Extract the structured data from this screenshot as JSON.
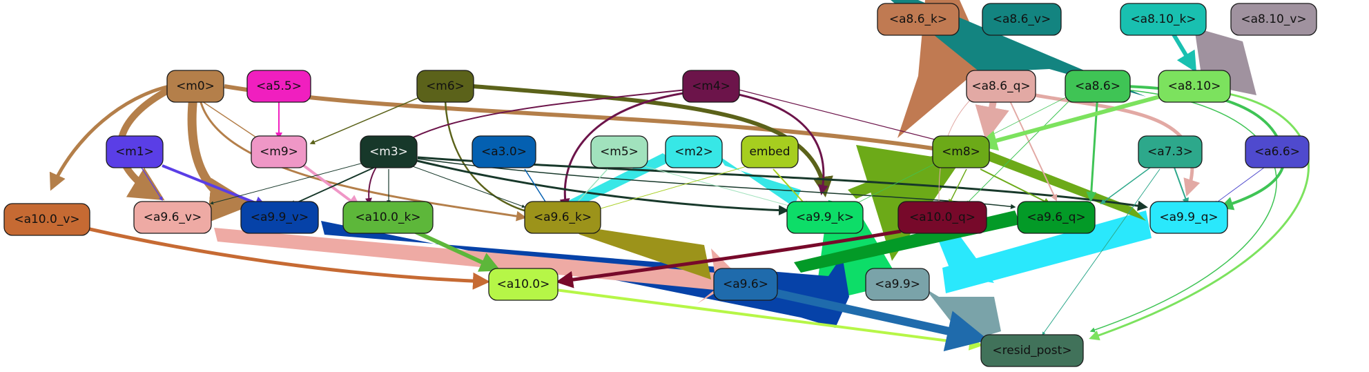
{
  "nodes": [
    {
      "id": "a8_k",
      "label": "<a8.6_k>",
      "color": "#c07a52",
      "text": "#111111"
    },
    {
      "id": "a8_6v",
      "label": "<a8.6_v>",
      "color": "#138480",
      "text": "#111111"
    },
    {
      "id": "a8_10k",
      "label": "<a8.10_k>",
      "color": "#19c0b0",
      "text": "#111111"
    },
    {
      "id": "a8_10v",
      "label": "<a8.10_v>",
      "color": "#a0929f",
      "text": "#111111"
    },
    {
      "id": "m0",
      "label": "<m0>",
      "color": "#b47f4a",
      "text": "#111111"
    },
    {
      "id": "a5_5",
      "label": "<a5.5>",
      "color": "#f01fbf",
      "text": "#111111"
    },
    {
      "id": "m6",
      "label": "<m6>",
      "color": "#5b621a",
      "text": "#111111"
    },
    {
      "id": "m4",
      "label": "<m4>",
      "color": "#6c144a",
      "text": "#111111"
    },
    {
      "id": "a8_6q",
      "label": "<a8.6_q>",
      "color": "#e2a9a4",
      "text": "#111111"
    },
    {
      "id": "a8_6",
      "label": "<a8.6>",
      "color": "#3fc455",
      "text": "#111111"
    },
    {
      "id": "a8_10",
      "label": "<a8.10>",
      "color": "#7ce25e",
      "text": "#111111"
    },
    {
      "id": "m1",
      "label": "<m1>",
      "color": "#5a3ee6",
      "text": "#111111"
    },
    {
      "id": "m9",
      "label": "<m9>",
      "color": "#ef97c6",
      "text": "#111111"
    },
    {
      "id": "m3",
      "label": "<m3>",
      "color": "#17382a",
      "text": "#f2f2f2"
    },
    {
      "id": "a3_0",
      "label": "<a3.0>",
      "color": "#0460b1",
      "text": "#111111"
    },
    {
      "id": "m5",
      "label": "<m5>",
      "color": "#a1e2bd",
      "text": "#111111"
    },
    {
      "id": "m2",
      "label": "<m2>",
      "color": "#37e7e6",
      "text": "#111111"
    },
    {
      "id": "embed",
      "label": "embed",
      "color": "#a6ce1f",
      "text": "#111111"
    },
    {
      "id": "m8",
      "label": "<m8>",
      "color": "#6caa18",
      "text": "#111111"
    },
    {
      "id": "a7_3",
      "label": "<a7.3>",
      "color": "#2da88b",
      "text": "#111111"
    },
    {
      "id": "a6_6",
      "label": "<a6.6>",
      "color": "#4f4ace",
      "text": "#111111"
    },
    {
      "id": "a10_0v",
      "label": "<a10.0_v>",
      "color": "#c66a33",
      "text": "#111111"
    },
    {
      "id": "a9_6v",
      "label": "<a9.6_v>",
      "color": "#eeaaa4",
      "text": "#111111"
    },
    {
      "id": "a9_9v",
      "label": "<a9.9_v>",
      "color": "#0642a8",
      "text": "#111111"
    },
    {
      "id": "a10_0k",
      "label": "<a10.0_k>",
      "color": "#5db73a",
      "text": "#111111"
    },
    {
      "id": "a9_6k",
      "label": "<a9.6_k>",
      "color": "#9c931a",
      "text": "#111111"
    },
    {
      "id": "a9_9k",
      "label": "<a9.9_k>",
      "color": "#0ddd68",
      "text": "#111111"
    },
    {
      "id": "a10_0q",
      "label": "<a10.0_q>",
      "color": "#77092a",
      "text": "#111111"
    },
    {
      "id": "a9_6q",
      "label": "<a9.6_q>",
      "color": "#039a27",
      "text": "#111111"
    },
    {
      "id": "a9_9q",
      "label": "<a9.9_q>",
      "color": "#2ae8fc",
      "text": "#111111"
    },
    {
      "id": "a10_0",
      "label": "<a10.0>",
      "color": "#b6f647",
      "text": "#111111"
    },
    {
      "id": "a9_6",
      "label": "<a9.6>",
      "color": "#1f6bac",
      "text": "#111111"
    },
    {
      "id": "a9_9",
      "label": "<a9.9>",
      "color": "#7aa3a9",
      "text": "#111111"
    },
    {
      "id": "resid_post",
      "label": "<resid_post>",
      "color": "#41725a",
      "text": "#111111"
    }
  ]
}
